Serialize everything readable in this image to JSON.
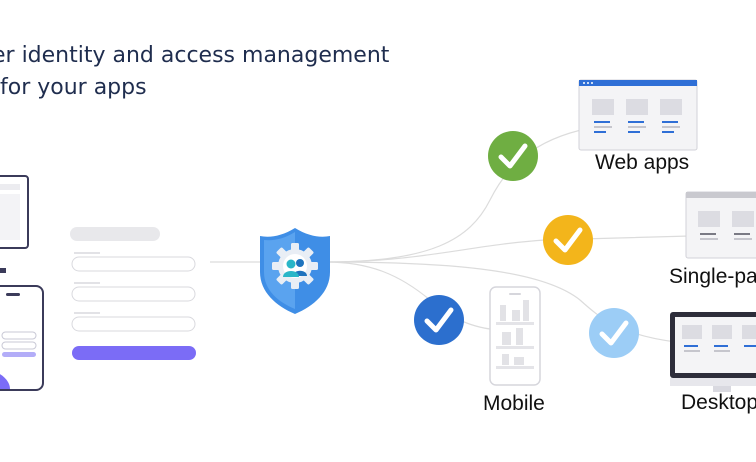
{
  "title": {
    "line1": "er identity and access management",
    "line2": "for your apps"
  },
  "app_labels": {
    "web": "Web apps",
    "spa": "Single-pa",
    "mobile": "Mobile",
    "desktop": "Desktop"
  },
  "icons": {
    "shield": "shield-users-gear-icon",
    "check": "check-circle-icon"
  },
  "colors": {
    "title": "#1f2d4e",
    "check_green": "#6fae42",
    "check_yellow": "#f3b51b",
    "check_blue": "#2c6fce",
    "check_lightblue": "#9ccdf6",
    "shield_blue": "#3f8ee6",
    "button_purple": "#7b6cf6"
  }
}
